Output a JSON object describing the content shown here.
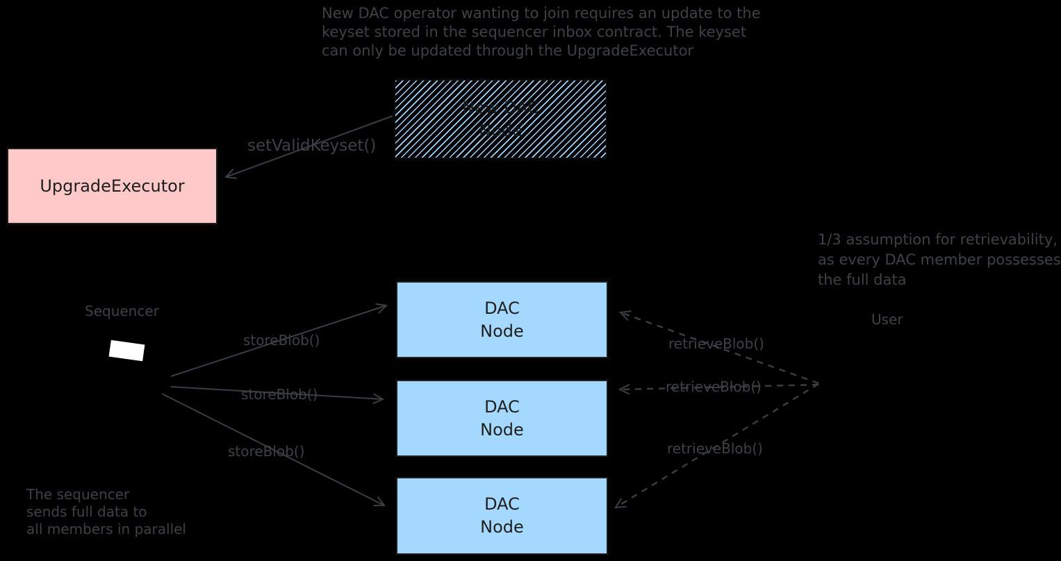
{
  "colors": {
    "background": "#000000",
    "ink_on_dark": "#3d4247",
    "node_blue_fill": "#a5d8ff",
    "node_pink_fill": "#ffc9c9",
    "node_stroke": "#1e1e1e",
    "sequencer_shape_fill": "#ffffff"
  },
  "notes": {
    "top": {
      "line1": "New DAC operator wanting to join requires an update to the",
      "line2": "keyset stored in the sequencer inbox contract. The keyset",
      "line3": "can only be updated through the UpgradeExecutor"
    },
    "right": {
      "line1": "1/3 assumption for retrievability,",
      "line2": "as every DAC member possesses",
      "line3": "the full data"
    },
    "bottom_left": {
      "line1": "The sequencer",
      "line2": "sends full data to",
      "line3": "all members in parallel"
    }
  },
  "nodes": {
    "new_dac_node": {
      "label_line1": "New DAC",
      "label_line2": "Node"
    },
    "upgrade_executor": {
      "label": "UpgradeExecutor"
    },
    "dac_nodes": [
      {
        "label_line1": "DAC",
        "label_line2": "Node"
      },
      {
        "label_line1": "DAC",
        "label_line2": "Node"
      },
      {
        "label_line1": "DAC",
        "label_line2": "Node"
      }
    ]
  },
  "actors": {
    "sequencer": "Sequencer",
    "user": "User"
  },
  "edges": {
    "set_valid_keyset": "setValidKeyset()",
    "store_blob": [
      "storeBlob()",
      "storeBlob()",
      "storeBlob()"
    ],
    "retrieve_blob": [
      "retrieveBlob()",
      "retrieveBlob()",
      "retrieveBlob()"
    ]
  }
}
